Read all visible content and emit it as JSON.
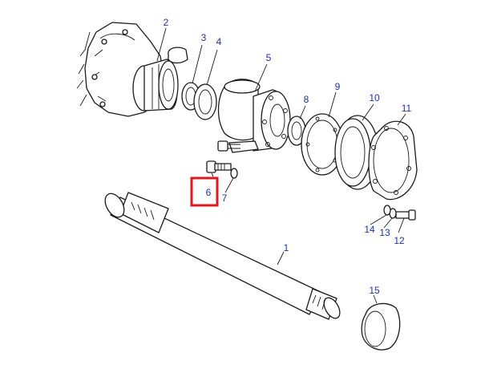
{
  "colors": {
    "label": "#1f2fb0",
    "line": "#1a1a1a",
    "highlight": "#e0191e"
  },
  "diagram": {
    "highlighted_part": "6",
    "callouts": [
      {
        "id": "1",
        "text": "1"
      },
      {
        "id": "2",
        "text": "2"
      },
      {
        "id": "3",
        "text": "3"
      },
      {
        "id": "4",
        "text": "4"
      },
      {
        "id": "5",
        "text": "5"
      },
      {
        "id": "6",
        "text": "6"
      },
      {
        "id": "7",
        "text": "7"
      },
      {
        "id": "8",
        "text": "8"
      },
      {
        "id": "9",
        "text": "9"
      },
      {
        "id": "10",
        "text": "10"
      },
      {
        "id": "11",
        "text": "11"
      },
      {
        "id": "12",
        "text": "12"
      },
      {
        "id": "13",
        "text": "13"
      },
      {
        "id": "14",
        "text": "14"
      },
      {
        "id": "15",
        "text": "15"
      }
    ]
  }
}
